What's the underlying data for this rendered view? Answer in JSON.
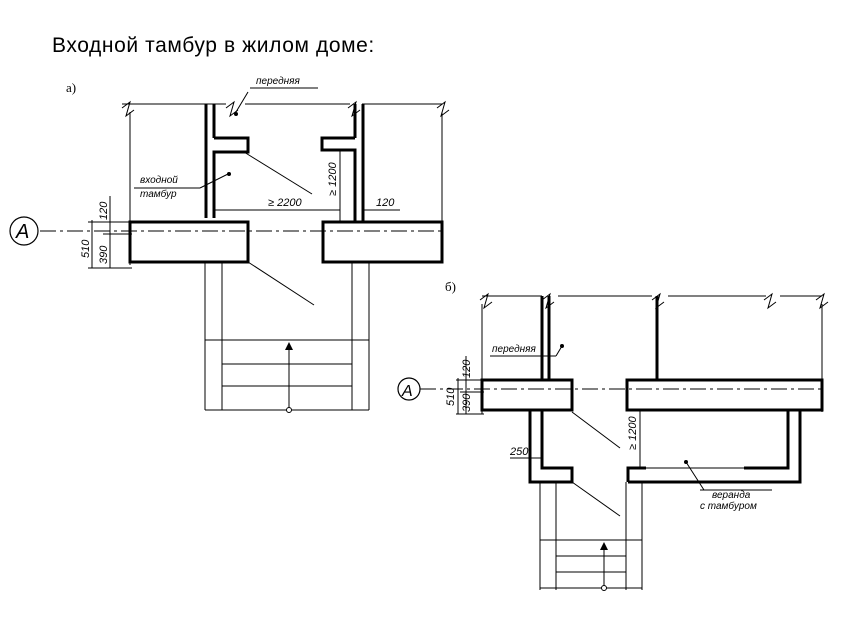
{
  "title": "Входной тамбур в жилом доме:",
  "diagram_a": {
    "marker": "а)",
    "label_front": "передняя",
    "label_vestibule_1": "входной",
    "label_vestibule_2": "тамбур",
    "dim_width": "≥ 2200",
    "dim_depth": "≥ 1200",
    "dim_wall": "120",
    "dim_120": "120",
    "dim_510": "510",
    "dim_390": "390",
    "axis": "А"
  },
  "diagram_b": {
    "marker": "б)",
    "label_front": "передняя",
    "label_veranda_1": "веранда",
    "label_veranda_2": "с тамбуром",
    "dim_depth": "≥ 1200",
    "dim_250": "250",
    "dim_120": "120",
    "dim_510": "510",
    "dim_390": "390",
    "axis": "А"
  }
}
